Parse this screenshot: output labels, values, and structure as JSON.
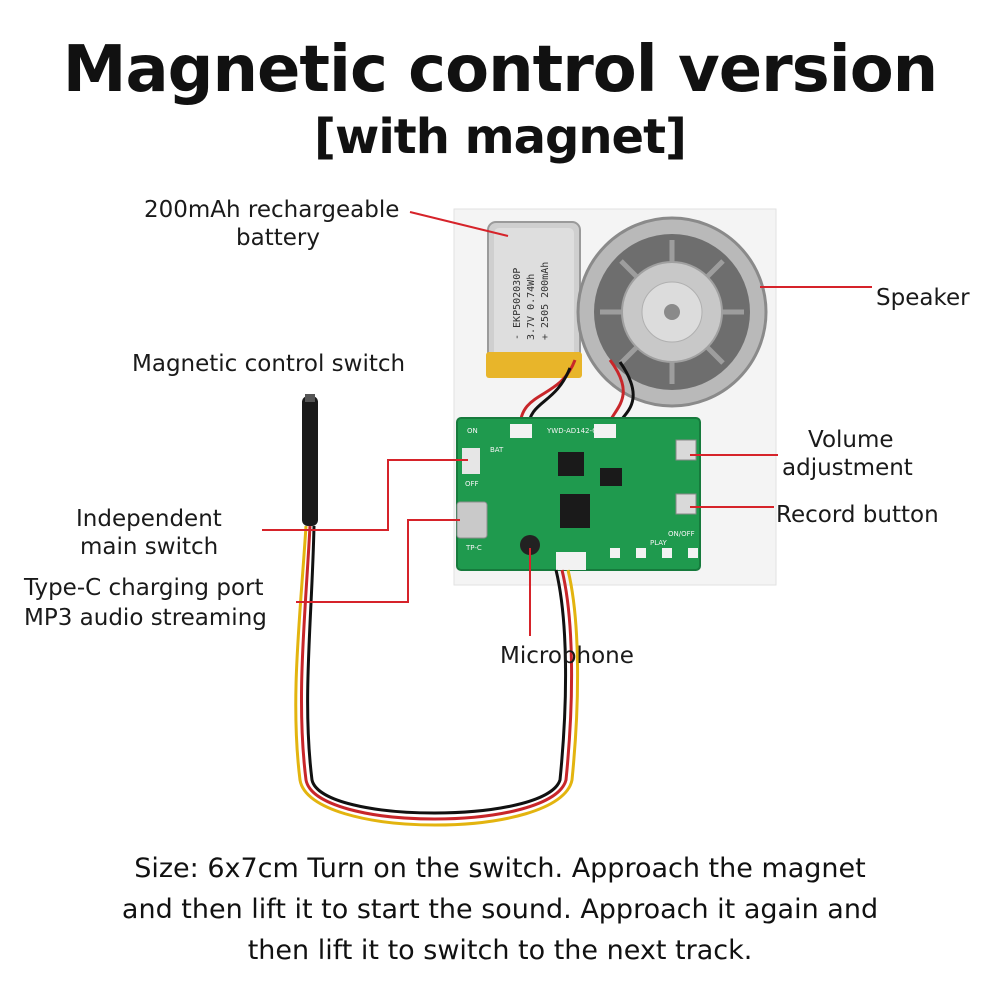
{
  "title": {
    "line1": "Magnetic control version",
    "line2": "[with magnet]"
  },
  "labels": {
    "battery_line1": "200mAh rechargeable",
    "battery_line2": "battery",
    "speaker": "Speaker",
    "magnetic_switch": "Magnetic control switch",
    "volume_line1": "Volume",
    "volume_line2": "adjustment",
    "record": "Record button",
    "main_switch_line1": "Independent",
    "main_switch_line2": "main switch",
    "typec_line1": "Type-C charging port",
    "typec_line2": "MP3 audio streaming",
    "microphone": "Microphone"
  },
  "battery_print": [
    "- EKP502030P",
    "3.7V 0.74Wh",
    "+ 2505 200mAh"
  ],
  "board_print": {
    "model": "YWD-AD142-G",
    "on": "ON",
    "off": "OFF",
    "bat": "BAT",
    "tpc": "TP-C",
    "play": "PLAY",
    "onoff": "ON/OFF"
  },
  "description": {
    "line1": "Size: 6x7cm Turn on the switch. Approach the magnet",
    "line2": "and then lift it to start the sound. Approach it again and",
    "line3": "then lift it to switch to the next track."
  },
  "colors": {
    "callout_line": "#d6232a",
    "pcb": "#1f9a4e",
    "card": "#f3f3f3"
  }
}
